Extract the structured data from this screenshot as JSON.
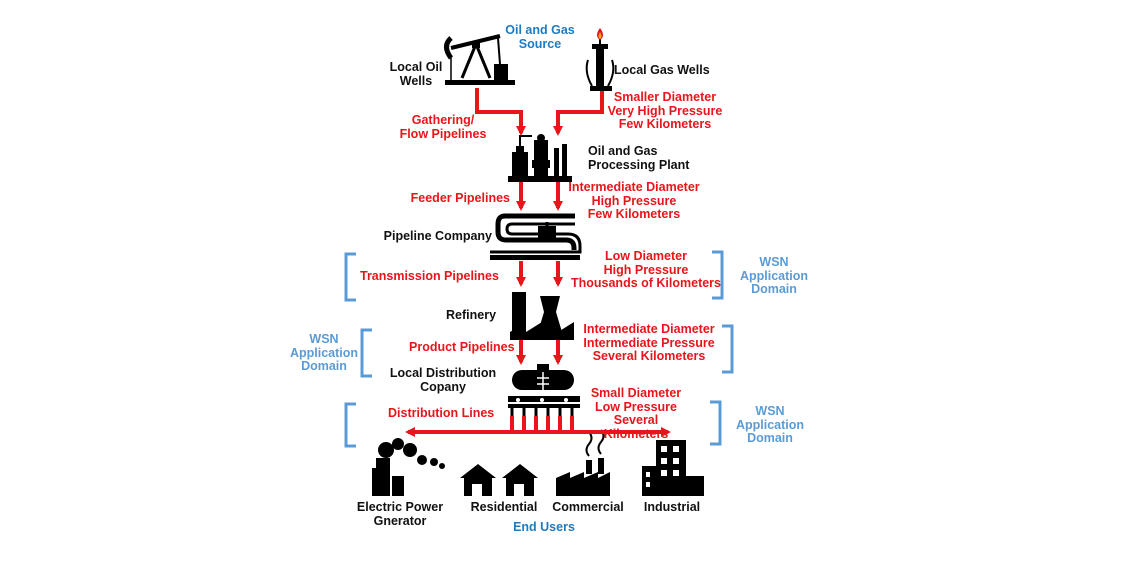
{
  "source": {
    "title": "Oil and Gas\nSource",
    "oil_wells": "Local Oil\nWells",
    "gas_wells": "Local Gas Wells"
  },
  "gathering": {
    "label": "Gathering/\nFlow Pipelines",
    "specs": "Smaller Diameter\nVery High Pressure\nFew Kilometers"
  },
  "processing": {
    "label": "Oil and Gas\nProcessing Plant"
  },
  "feeder": {
    "label": "Feeder Pipelines",
    "specs": "Intermediate Diameter\nHigh Pressure\nFew Kilometers"
  },
  "pipeline_company": {
    "label": "Pipeline Company"
  },
  "transmission": {
    "label": "Transmission Pipelines",
    "specs": "Low Diameter\nHigh Pressure\nThousands of Kilometers",
    "wsn": "WSN\nApplication\nDomain"
  },
  "refinery": {
    "label": "Refinery"
  },
  "product": {
    "label": "Product Pipelines",
    "specs": "Intermediate Diameter\nIntermediate Pressure\nSeveral Kilometers",
    "wsn": "WSN\nApplication\nDomain"
  },
  "ldc": {
    "label": "Local Distribution\nCopany"
  },
  "distribution": {
    "label": "Distribution Lines",
    "specs": "Small Diameter\nLow Pressure\nSeveral Kilometers",
    "wsn": "WSN\nApplication\nDomain"
  },
  "end_users": {
    "title": "End Users",
    "items": [
      "Electric Power\nGnerator",
      "Residential",
      "Commercial",
      "Industrial"
    ]
  },
  "colors": {
    "flow": "#e8151b",
    "source": "#1f7bc1",
    "wsn": "#5b9bd5",
    "icon": "#000000"
  },
  "icons": [
    "pumpjack-icon",
    "gas-well-icon",
    "processing-plant-icon",
    "pipeline-company-icon",
    "refinery-icon",
    "storage-tank-icon",
    "power-plant-icon",
    "house-icon",
    "commercial-factory-icon",
    "industrial-building-icon"
  ]
}
